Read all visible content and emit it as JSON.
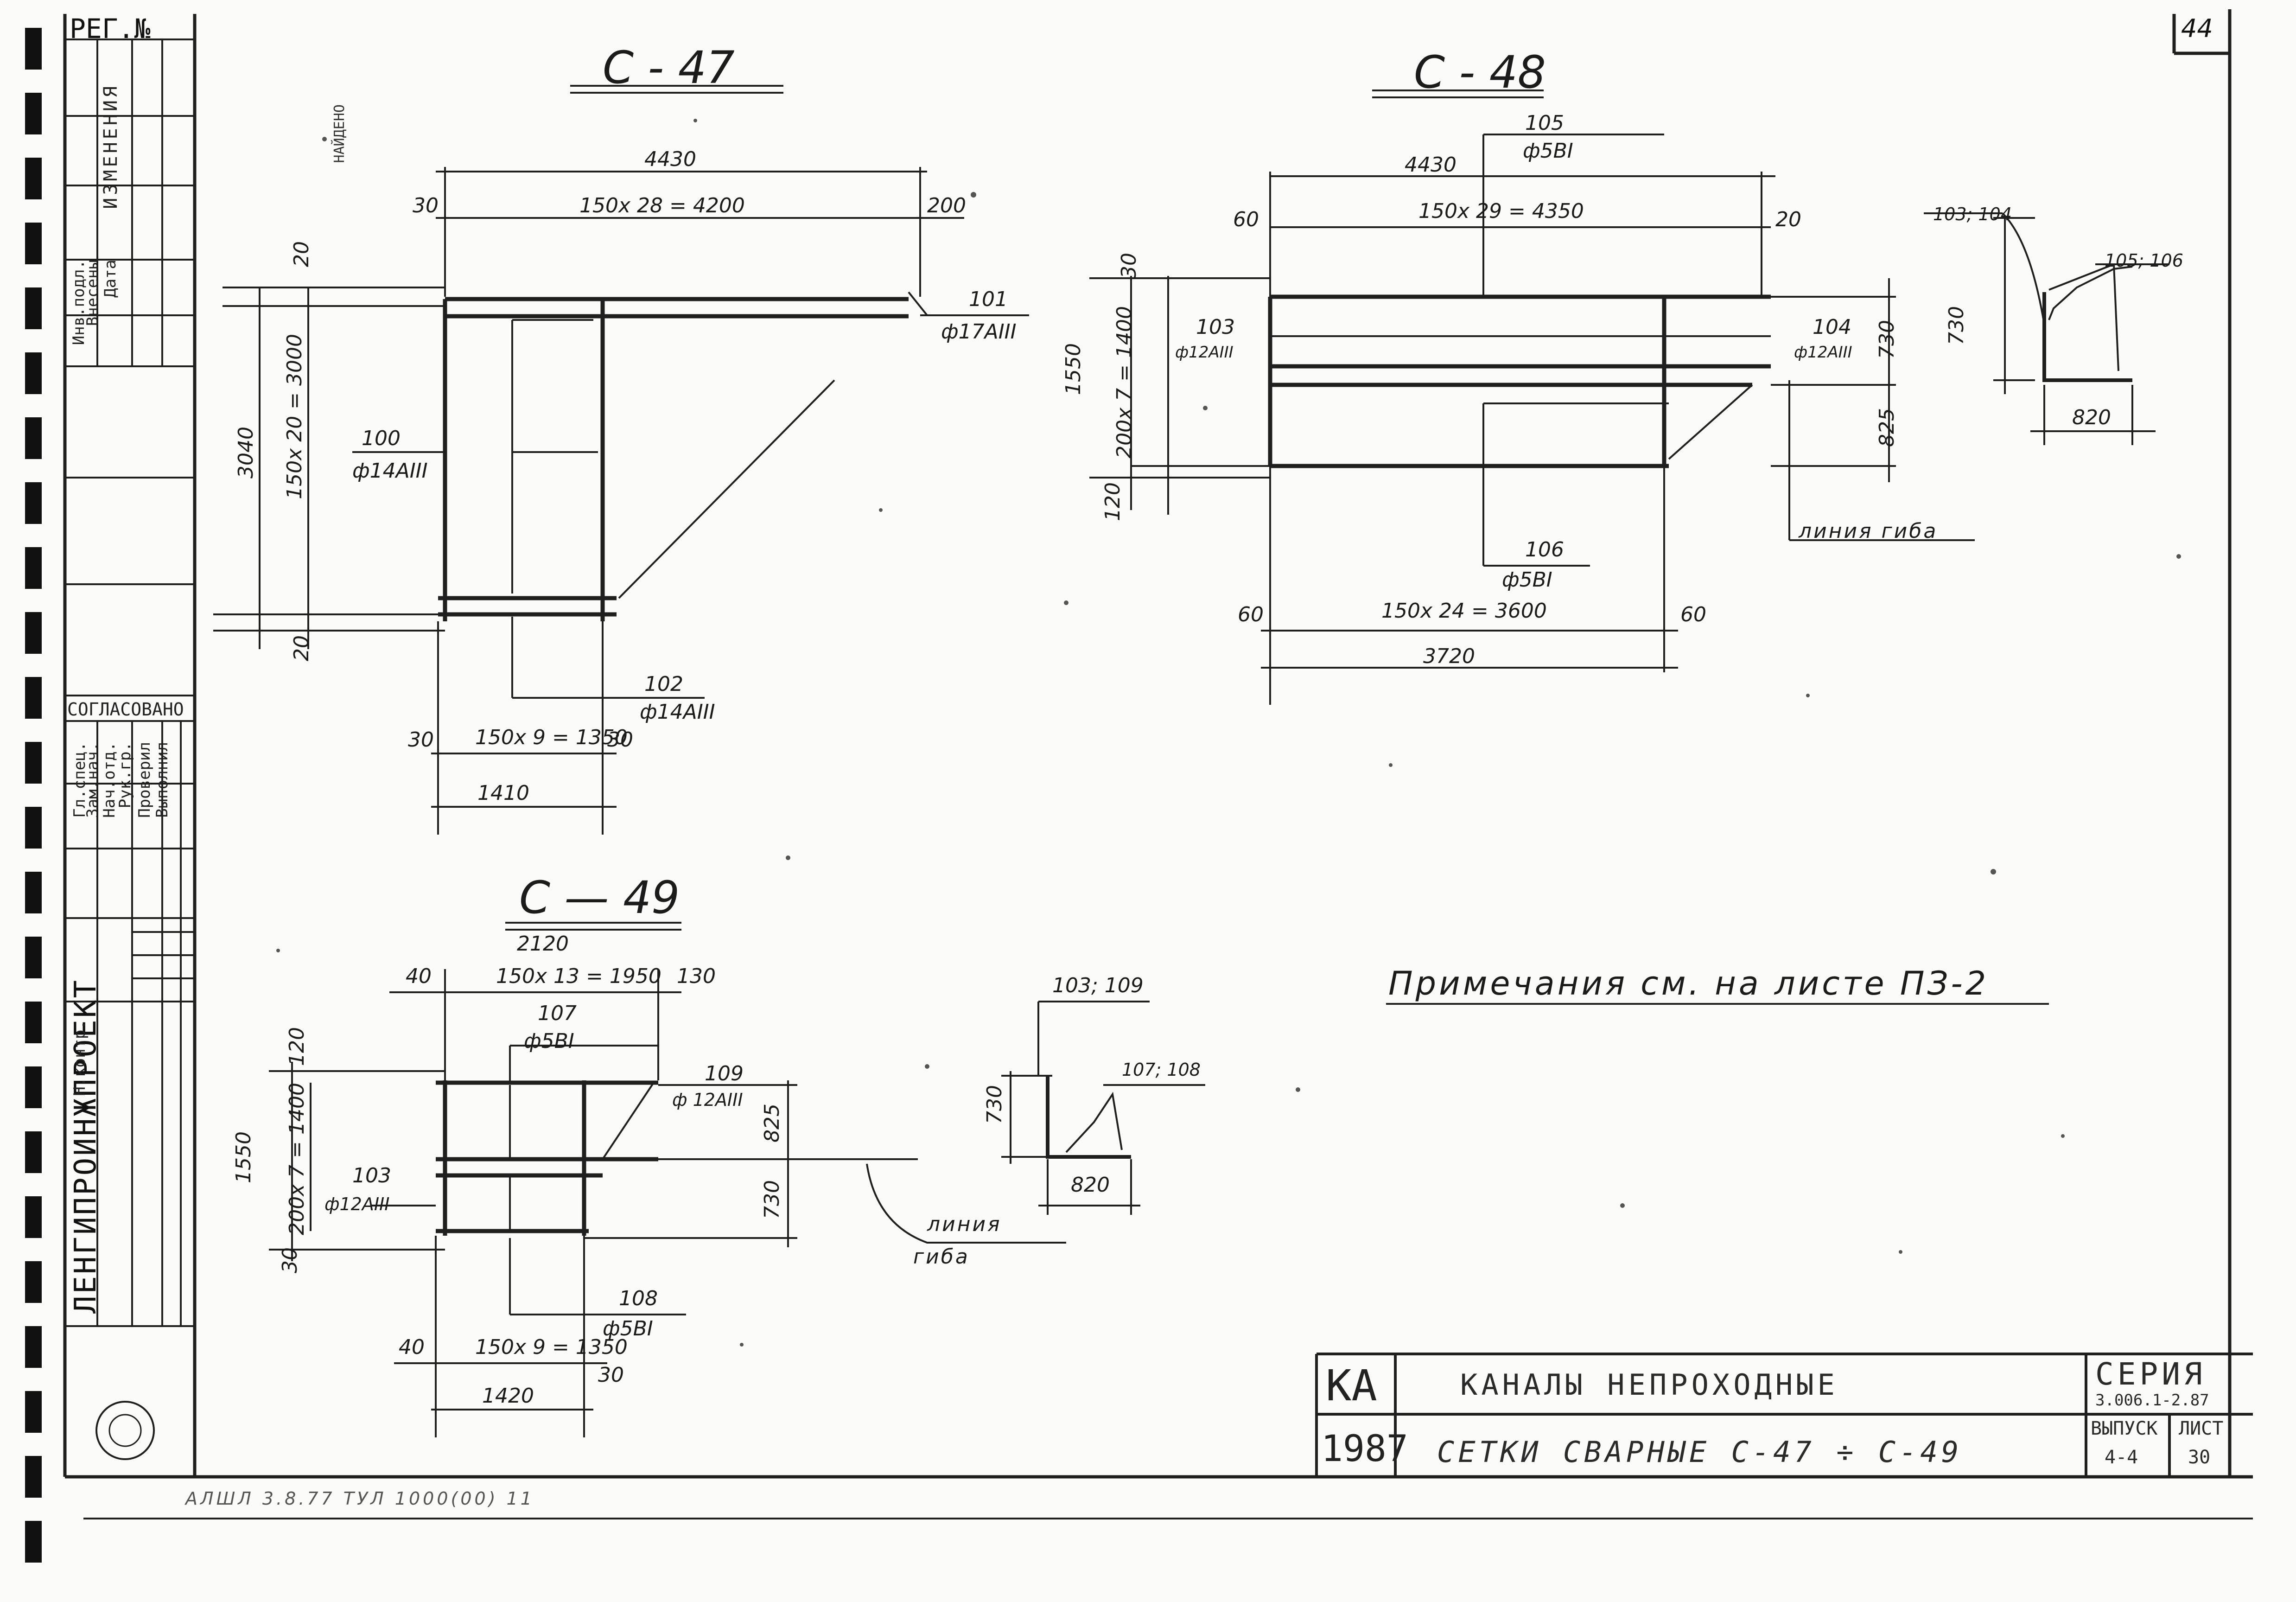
{
  "sheet": {
    "page_number": "44",
    "reg_label": "РЕГ.№",
    "stamp_text": "НАЙДЕНО",
    "note": "Примечания  см.  на  листе  ПЗ-2",
    "bottom_margin_text": "АЛШЛ  3.8.77  ТУЛ  1000(00) 11"
  },
  "side_stamp": {
    "org": "ЛЕНГИПРОИНЖПРОЕКТ",
    "agreed": "СОГЛАСОВАНО",
    "change_header": "ИЗМЕНЕНИЯ",
    "labels": [
      "Инв.подл.",
      "Внесены",
      "Дата",
      "Н.контр.",
      "Гл.спец.",
      "Зам.нач.",
      "Нач.отд.",
      "Рук.гр.",
      "Проверил",
      "Выполнил"
    ]
  },
  "title_block": {
    "code": "КА",
    "year": "1987",
    "title_line1": "КАНАЛЫ   НЕПРОХОДНЫЕ",
    "title_line2": "СЕТКИ   СВАРНЫЕ   С-47 ÷ С-49",
    "series_label": "СЕРИЯ",
    "series_value": "3.006.1-2.87",
    "issue_label": "ВЫПУСК",
    "issue_value": "4-4",
    "sheet_label": "ЛИСТ",
    "sheet_value": "30"
  },
  "c47": {
    "title": "С - 47",
    "dims": {
      "overall_len": "4430",
      "span": "150х 28 = 4200",
      "left_end": "30",
      "right_end": "200",
      "top_end": "20",
      "bottom_end": "20",
      "overall_height": "3040",
      "height_span": "150х 20 = 3000",
      "bottom_span": "150х 9 = 1350",
      "bottom_left": "30",
      "bottom_right": "30",
      "bottom_width": "1410"
    },
    "callouts": [
      {
        "pos": "101",
        "bar": "ф17АIII"
      },
      {
        "pos": "100",
        "bar": "ф14АIII"
      },
      {
        "pos": "102",
        "bar": "ф14АIII"
      }
    ]
  },
  "c48": {
    "title": "С - 48",
    "dims": {
      "overall_len": "4430",
      "span": "150х 29 = 4350",
      "left_end": "60",
      "right_end": "20",
      "top_pos": "105",
      "top_bar": "ф5ВI",
      "end_30": "30",
      "left_height": "1550",
      "inner_height": "200х 7 = 1400",
      "end_120": "120",
      "right_730": "730",
      "right_825": "825",
      "bottom_left": "60",
      "bottom_right": "60",
      "bottom_span": "150х 24 = 3600",
      "bottom_width": "3720",
      "detail_pos_top": "103; 104",
      "detail_pos_right": "105; 106",
      "detail_730": "730",
      "detail_820": "820",
      "bend_line": "линия гиба"
    },
    "callouts": [
      {
        "pos": "103",
        "bar": "ф12АIII"
      },
      {
        "pos": "104",
        "bar": "ф12АIII"
      },
      {
        "pos": "106",
        "bar": "ф5ВI"
      }
    ]
  },
  "c49": {
    "title": "С — 49",
    "dims": {
      "overall_len": "2120",
      "span": "150х 13 = 1950",
      "left_end": "40",
      "right_end": "130",
      "top_pos": "107",
      "top_bar": "ф5ВI",
      "end_120": "120",
      "height": "1550",
      "inner_height": "200х 7 = 1400",
      "end_30": "30",
      "right_825": "825",
      "right_730": "730",
      "bottom_pos": "108",
      "bottom_bar": "ф5ВI",
      "bottom_left": "40",
      "bottom_span": "150х 9 = 1350",
      "bottom_right": "30",
      "bottom_width": "1420",
      "detail_pos_top": "103; 109",
      "detail_pos_right": "107; 108",
      "detail_730": "730",
      "detail_820": "820",
      "bend_line_1": "линия",
      "bend_line_2": "гиба"
    },
    "callouts": [
      {
        "pos": "109",
        "bar": "ф 12АIII"
      },
      {
        "pos": "103",
        "bar": "ф12АIII"
      }
    ]
  }
}
